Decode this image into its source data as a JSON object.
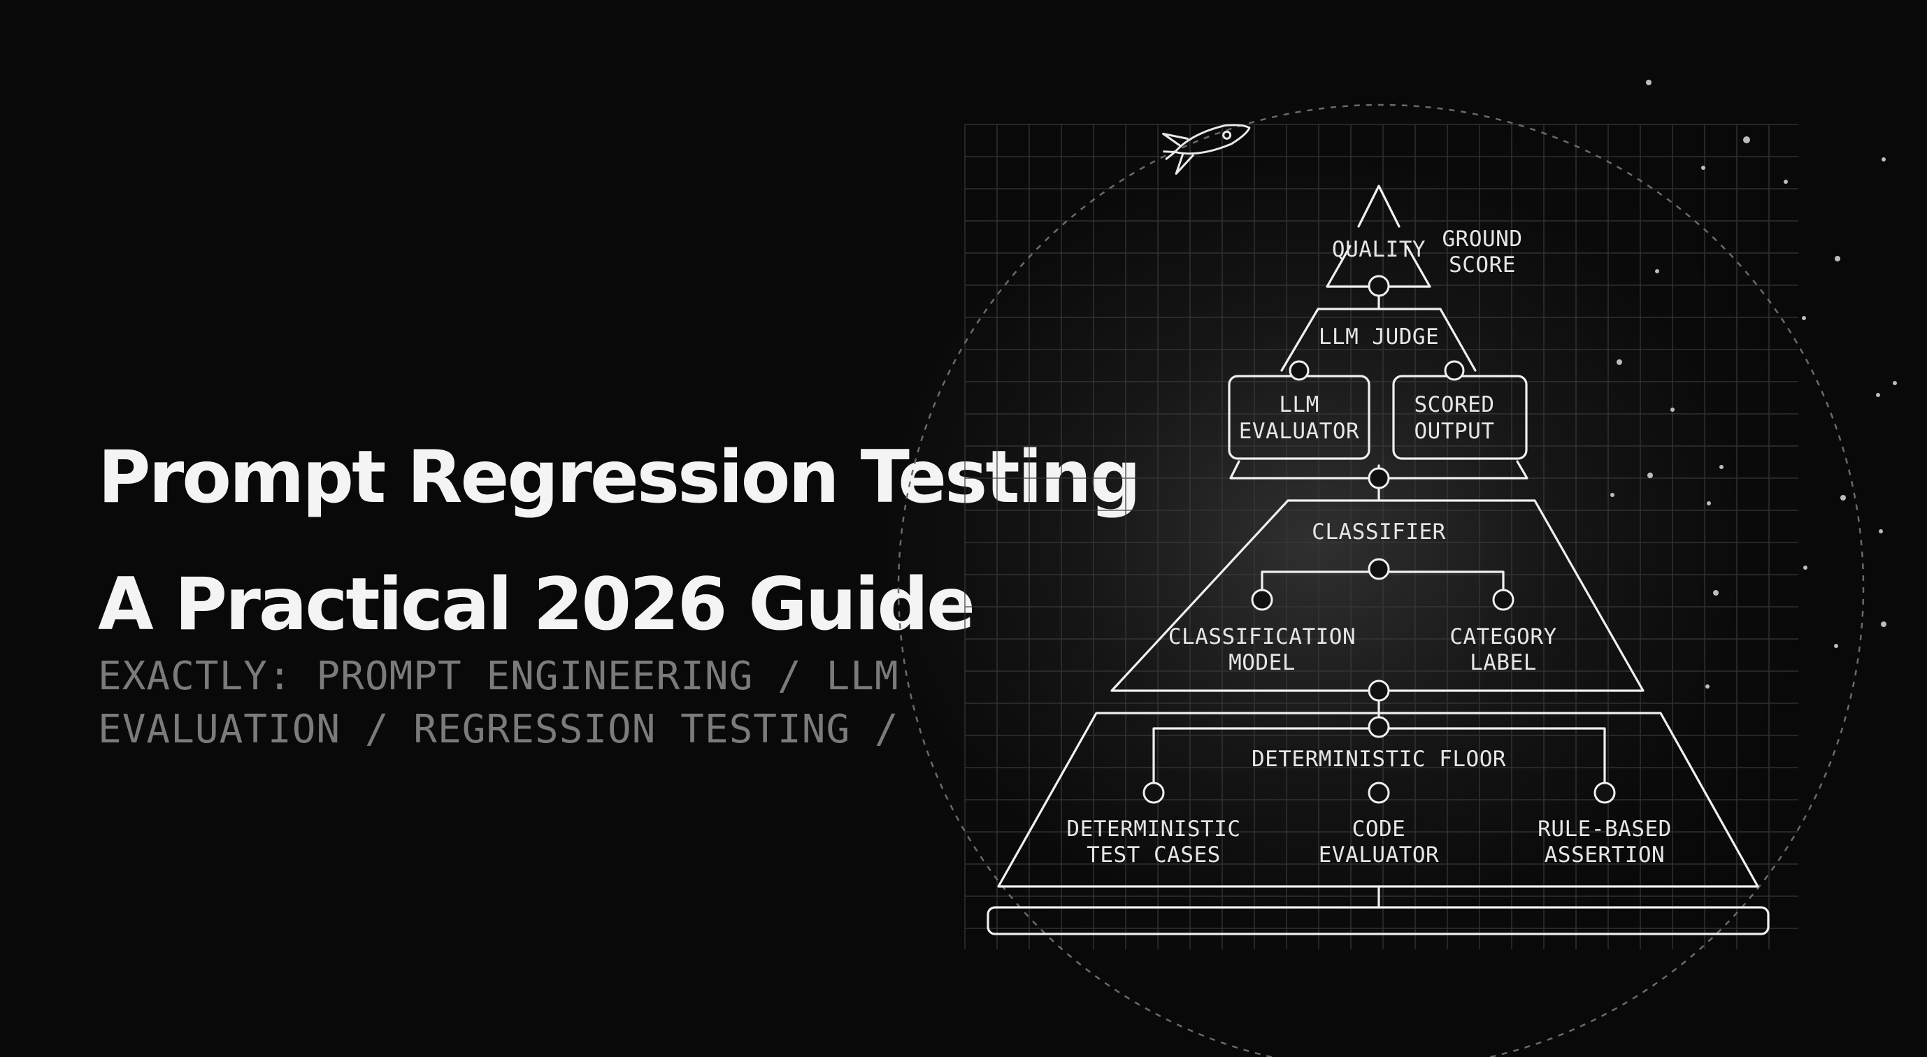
{
  "title": {
    "line1": "Prompt Regression Testing",
    "line2": "A Practical 2026 Guide"
  },
  "tags": {
    "line1": "EXACTLY: PROMPT ENGINEERING / LLM",
    "line2": "EVALUATION / REGRESSION TESTING /"
  },
  "pyramid": {
    "apex": {
      "label": "QUALITY",
      "side_line1": "GROUND",
      "side_line2": "SCORE"
    },
    "judge": {
      "label": "LLM JUDGE",
      "left_line1": "LLM",
      "left_line2": "EVALUATOR",
      "right_line1": "SCORED",
      "right_line2": "OUTPUT"
    },
    "classifier": {
      "label": "CLASSIFIER",
      "left_line1": "CLASSIFICATION",
      "left_line2": "MODEL",
      "right_line1": "CATEGORY",
      "right_line2": "LABEL"
    },
    "floor": {
      "label": "DETERMINISTIC FLOOR",
      "left_line1": "DETERMINISTIC",
      "left_line2": "TEST CASES",
      "mid_line1": "CODE",
      "mid_line2": "EVALUATOR",
      "right_line1": "RULE-BASED",
      "right_line2": "ASSERTION"
    }
  },
  "colors": {
    "background": "#090909",
    "title_text": "#f4f4f4",
    "tag_text": "#7b7b7b",
    "line": "#f0f0f0",
    "grid": "#3a3a3a"
  },
  "icons": [
    "rocket-icon"
  ]
}
